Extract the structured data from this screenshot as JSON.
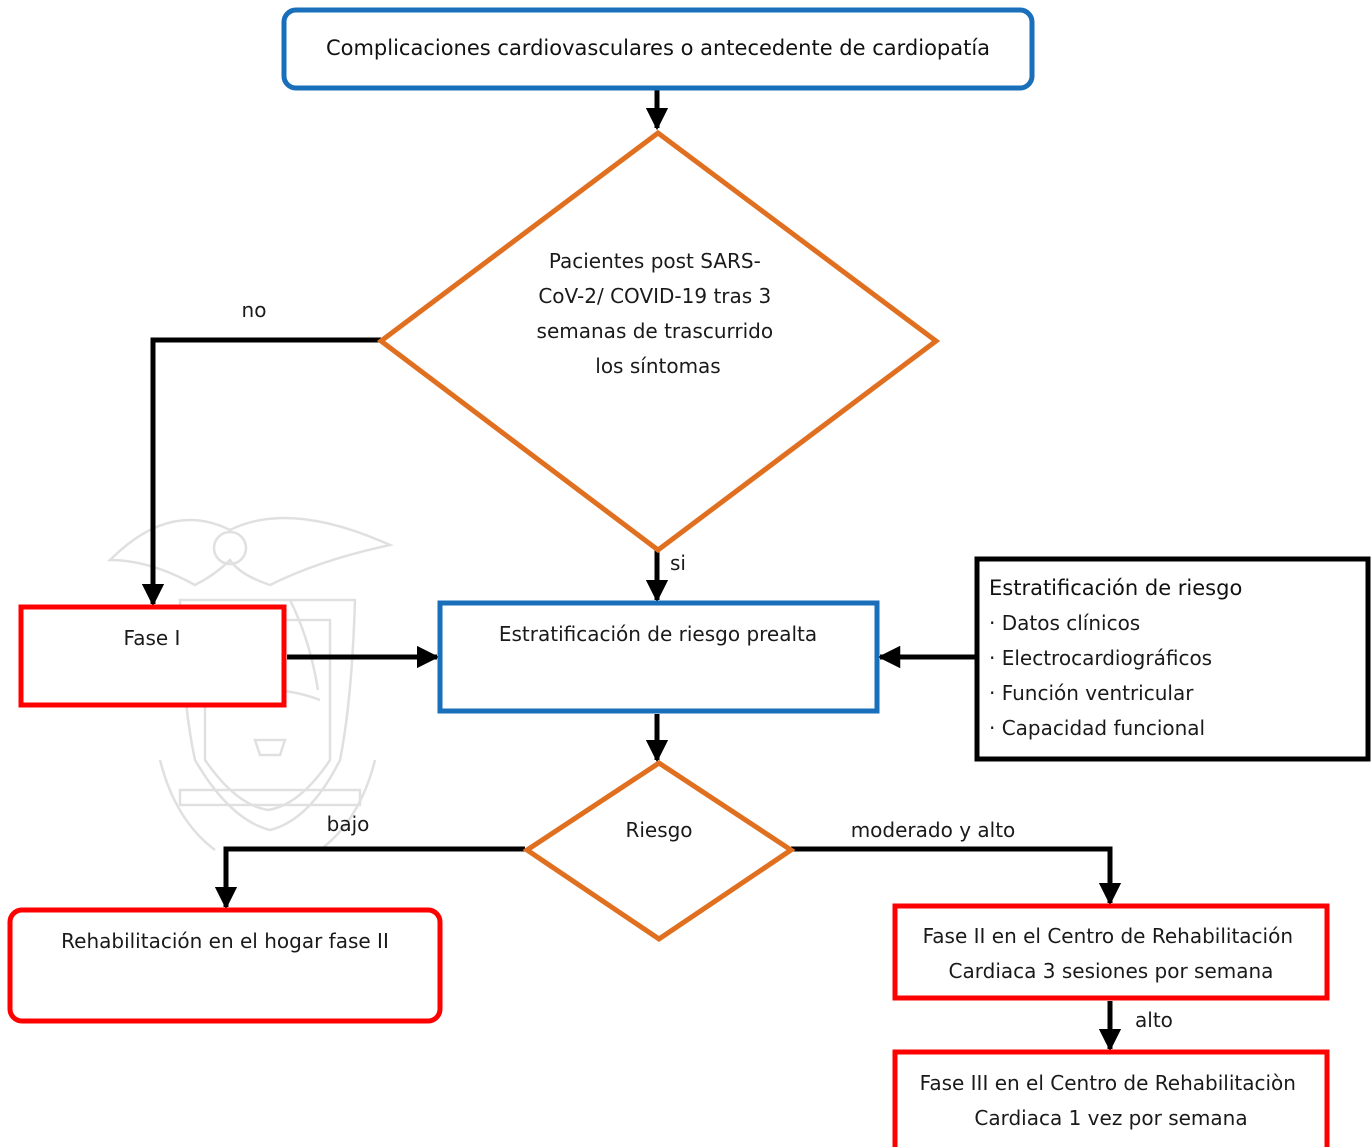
{
  "colors": {
    "blue": "#1a6fbb",
    "orange": "#e07020",
    "red": "#ff0000",
    "black": "#000000",
    "watermark": "#dcdcdc"
  },
  "watermark_icon": "coat-of-arms-watermark",
  "nodes": {
    "top": {
      "text": "Complicaciones cardiovasculares o antecedente de cardiopatía"
    },
    "decision1": {
      "lines": [
        "Pacientes post SARS-",
        "CoV-2/ COVID-19 tras 3",
        "semanas de trascurrido",
        "los síntomas"
      ]
    },
    "fase1": {
      "text": "Fase I"
    },
    "prealta": {
      "text": "Estratificación de riesgo prealta"
    },
    "strat": {
      "title": "Estratificación de riesgo",
      "items": [
        "· Datos clínicos",
        "· Electrocardiográficos",
        "· Función ventricular",
        "· Capacidad funcional"
      ]
    },
    "riesgo": {
      "text": "Riesgo"
    },
    "hogar": {
      "text": "Rehabilitación en el hogar fase II"
    },
    "fase2": {
      "lines": [
        "Fase II en el Centro de Rehabilitación",
        "Cardiaca 3 sesiones por semana"
      ]
    },
    "fase3": {
      "lines": [
        "Fase III en el Centro de Rehabilitaciòn",
        "Cardiaca 1 vez por semana"
      ]
    }
  },
  "edges": {
    "no": "no",
    "si": "si",
    "bajo": "bajo",
    "moderado": "moderado y alto",
    "alto": "alto"
  }
}
